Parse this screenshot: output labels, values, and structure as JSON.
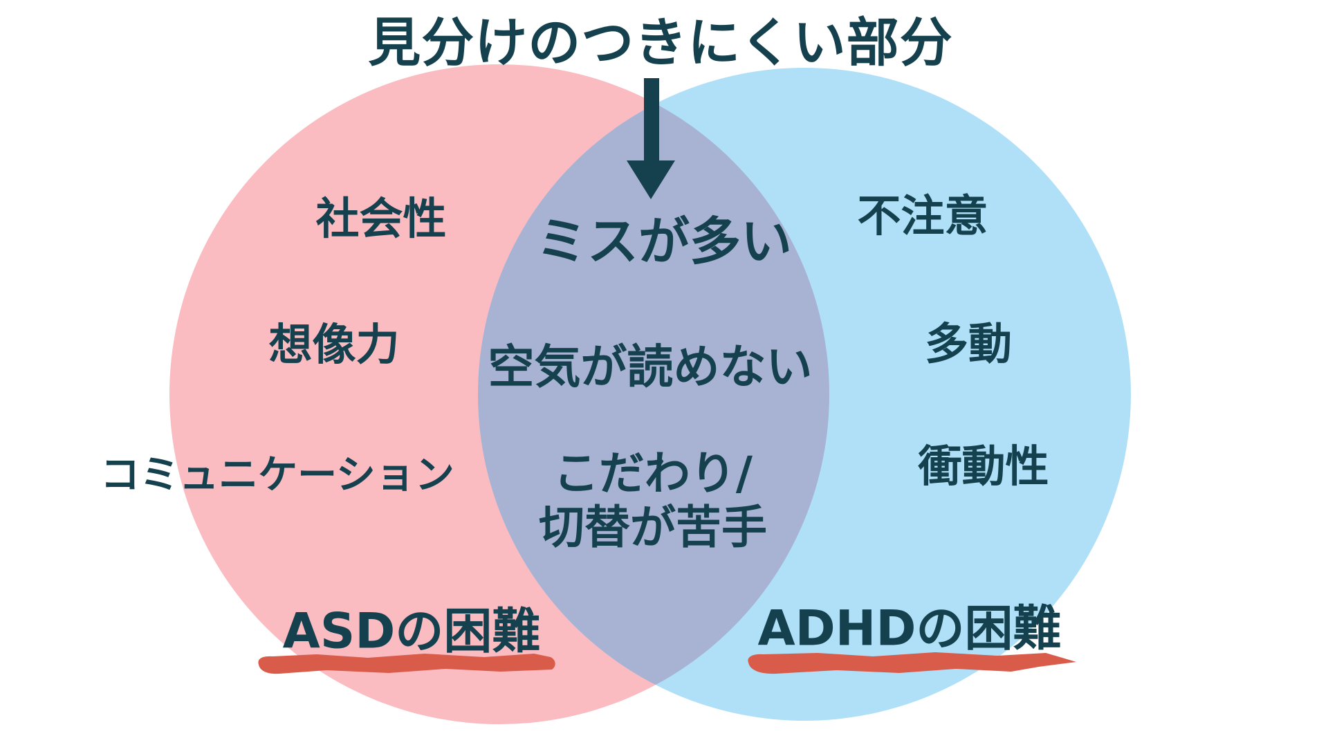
{
  "title": "見分けのつきにくい部分",
  "colors": {
    "background": "#ffffff",
    "left_circle": "#FABBC1",
    "right_circle": "#AFE0F8",
    "overlap": "#A8B2D2",
    "ink": "#15404E",
    "underline": "#D95B4A"
  },
  "left_circle": {
    "label": "ASDの困難",
    "items": [
      "社会性",
      "想像力",
      "コミュニケーション"
    ]
  },
  "overlap": {
    "items": [
      "ミスが多い",
      "空気が読めない",
      "こだわり/\n切替が苦手"
    ]
  },
  "right_circle": {
    "label": "ADHDの困難",
    "items": [
      "不注意",
      "多動",
      "衝動性"
    ]
  }
}
